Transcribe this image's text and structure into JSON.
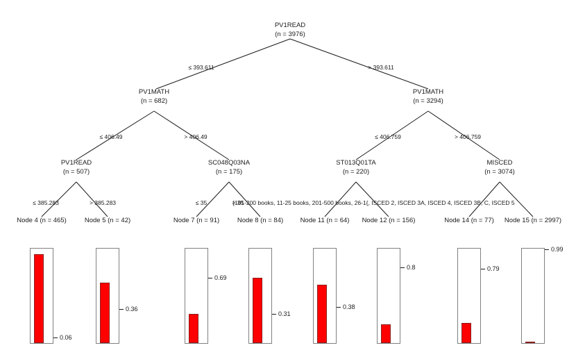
{
  "chart_data": {
    "type": "tree",
    "title": "",
    "root": {
      "name": "PV1READ",
      "count_label": "(n = 3976)",
      "n": 3976
    },
    "inner_nodes": [
      {
        "id": "n2",
        "name": "PV1MATH",
        "count_label": "(n = 682)",
        "n": 682
      },
      {
        "id": "n9",
        "name": "PV1MATH",
        "count_label": "(n = 3294)",
        "n": 3294
      },
      {
        "id": "n3",
        "name": "PV1READ",
        "count_label": "(n = 507)",
        "n": 507
      },
      {
        "id": "n6",
        "name": "SC048Q03NA",
        "count_label": "(n = 175)",
        "n": 175
      },
      {
        "id": "n10",
        "name": "ST013Q01TA",
        "count_label": "(n = 220)",
        "n": 220
      },
      {
        "id": "n13",
        "name": "MISCED",
        "count_label": "(n = 3074)",
        "n": 3074
      }
    ],
    "edge_labels": [
      {
        "id": "e1",
        "text": "≤ 393.611"
      },
      {
        "id": "e2",
        "text": "> 393.611"
      },
      {
        "id": "e3",
        "text": "≤ 406.49"
      },
      {
        "id": "e4",
        "text": "> 406.49"
      },
      {
        "id": "e5",
        "text": "≤ 406.759"
      },
      {
        "id": "e6",
        "text": "> 406.759"
      },
      {
        "id": "e7",
        "text": "≤ 385.283"
      },
      {
        "id": "e8",
        "text": "> 385.283"
      },
      {
        "id": "e9",
        "text": "≤ 35"
      },
      {
        "id": "e10",
        "text": "> 35"
      },
      {
        "id": "e11",
        "text": "{101-200 books, 11-25 books, 201-500 books, 26-1{, ISCED 2, ISCED 3A, ISCED 4, ISCED 3B, C, ISCED 5"
      }
    ],
    "terminal_nodes": [
      {
        "id": "t4",
        "name": "Node 4",
        "count_label": "(n = 465)",
        "n": 465,
        "value": 0.06,
        "value_label": "0.06",
        "bar_height": 0.94
      },
      {
        "id": "t5",
        "name": "Node 5",
        "count_label": "(n = 42)",
        "n": 42,
        "value": 0.36,
        "value_label": "0.36",
        "bar_height": 0.64
      },
      {
        "id": "t7",
        "name": "Node 7",
        "count_label": "(n = 91)",
        "n": 91,
        "value": 0.69,
        "value_label": "0.69",
        "bar_height": 0.31
      },
      {
        "id": "t8",
        "name": "Node 8",
        "count_label": "(n = 84)",
        "n": 84,
        "value": 0.31,
        "value_label": "0.31",
        "bar_height": 0.69
      },
      {
        "id": "t11",
        "name": "Node 11",
        "count_label": "(n = 64)",
        "n": 64,
        "value": 0.38,
        "value_label": "0.38",
        "bar_height": 0.62
      },
      {
        "id": "t12",
        "name": "Node 12",
        "count_label": "(n = 156)",
        "n": 156,
        "value": 0.8,
        "value_label": "0.8",
        "bar_height": 0.2
      },
      {
        "id": "t14",
        "name": "Node 14",
        "count_label": "(n = 77)",
        "n": 77,
        "value": 0.79,
        "value_label": "0.79",
        "bar_height": 0.21
      },
      {
        "id": "t15",
        "name": "Node 15",
        "count_label": "(n = 2997)",
        "n": 2997,
        "value": 0.99,
        "value_label": "0.99",
        "bar_height": 0.012
      }
    ],
    "colors": {
      "bar": "#FF0000",
      "box_border": "#808080",
      "text": "#1a1a1a",
      "background": "#ffffff"
    }
  }
}
